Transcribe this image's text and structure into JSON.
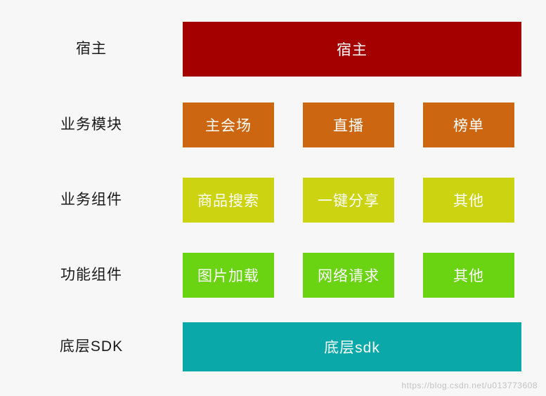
{
  "diagram": {
    "background_color": "#f7f7f7",
    "rows": [
      {
        "label": "宿主",
        "name": "host",
        "color": "#a40000",
        "boxes": [
          {
            "text": "宿主",
            "color": "#a40000"
          }
        ]
      },
      {
        "label": "业务模块",
        "name": "business-module",
        "color": "#cc6611",
        "boxes": [
          {
            "text": "主会场",
            "color": "#cc6611"
          },
          {
            "text": "直播",
            "color": "#cc6611"
          },
          {
            "text": "榜单",
            "color": "#cc6611"
          }
        ]
      },
      {
        "label": "业务组件",
        "name": "business-component",
        "color": "#ccd411",
        "boxes": [
          {
            "text": "商品搜索",
            "color": "#ccd411"
          },
          {
            "text": "一键分享",
            "color": "#ccd411"
          },
          {
            "text": "其他",
            "color": "#ccd411"
          }
        ]
      },
      {
        "label": "功能组件",
        "name": "function-component",
        "color": "#6ad413",
        "boxes": [
          {
            "text": "图片加载",
            "color": "#6ad413"
          },
          {
            "text": "网络请求",
            "color": "#6ad413"
          },
          {
            "text": "其他",
            "color": "#6ad413"
          }
        ]
      },
      {
        "label": "底层SDK",
        "name": "bottom-sdk",
        "color": "#0aa8a8",
        "boxes": [
          {
            "text": "底层sdk",
            "color": "#0aa8a8"
          }
        ]
      }
    ]
  },
  "watermark": {
    "text": "https://blog.csdn.net/u013773608"
  }
}
